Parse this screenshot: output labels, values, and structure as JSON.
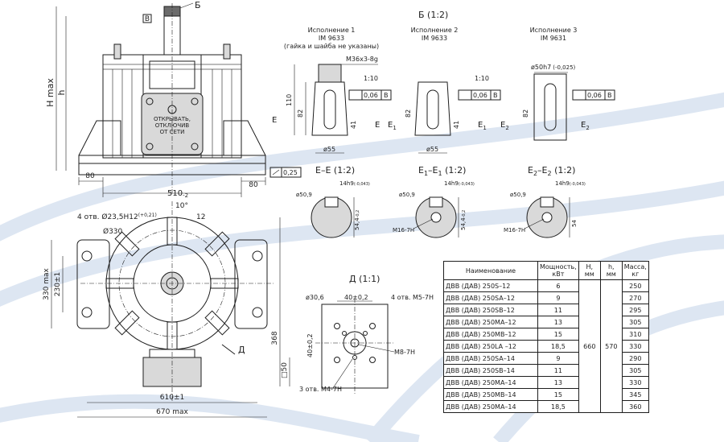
{
  "colors": {
    "line": "#1e1e1e",
    "swirl": "#dde6f2",
    "fill": "#d9d9d9"
  },
  "top": {
    "b_view_title": "Б (1:2)",
    "v1_title": "Исполнение 1",
    "v1_im": "IM 9633",
    "v1_note": "(гайка и шайба не указаны)",
    "v2_title": "Исполнение 2",
    "v2_im": "IM 9633",
    "v3_title": "Исполнение 3",
    "v3_im": "IM 9631",
    "thread": "M36x3-8g",
    "tol_110": "1:10",
    "tol_110b": "1:10",
    "runout": "0,06",
    "runout_b": "В",
    "d50h7": "ø50h7",
    "d50h7_tol": "(-0,025)",
    "dim_110": "110",
    "dim_82": "82",
    "dim_41": "41",
    "dim_d55": "ø55",
    "E": "Е",
    "E1": "Е",
    "E1_sub": "1",
    "E2": "Е",
    "E2_sub": "2"
  },
  "front": {
    "H_max": "H max",
    "h": "h",
    "b_label": "Б",
    "v_label": "В",
    "dim_80_left": "80",
    "dim_80_right": "80",
    "dim_510": "510",
    "dim_510_tol": "-2",
    "flat": "0,25",
    "plate_text_1": "ОТКРЫВАТЬ,",
    "plate_text_2": "ОТКЛЮЧИВ",
    "plate_text_3": "ОТ СЕТИ"
  },
  "sections": {
    "ee": "Е–Е (1:2)",
    "ee1": "Е",
    "ee1b": "1",
    "ee1t": "–Е",
    "ee1c": "1",
    "ee1s": " (1:2)",
    "ee2": "Е",
    "ee2b": "2",
    "ee2t": "–Е",
    "ee2c": "2",
    "ee2s": " (1:2)",
    "d509": "ø50,9",
    "key": "14h9",
    "key_tol": "(-0,043)",
    "dim_544": "54,4",
    "dim_544_tol": "-0,2",
    "dim_54": "54",
    "m16": "M16-7H"
  },
  "plan": {
    "holes": "4 отв. Ø23,5H12",
    "holes_tol": "(+0,21)",
    "d330": "Ø330",
    "angle": "10°",
    "n12": "12",
    "dim_330max": "330 max",
    "dim_230": "230±1",
    "dim_368": "368",
    "sq50": "□50",
    "dim_610": "610±1",
    "dim_670": "670 max",
    "D": "Д"
  },
  "detail_d": {
    "title": "Д (1:1)",
    "d306": "ø30,6",
    "w40": "40±0,2",
    "h40": "40±0,2",
    "m5": "4 отв. M5-7H",
    "m8": "M8-7H",
    "m4": "3 отв. M4-7H"
  },
  "table": {
    "headers": [
      "Наименование",
      "Мощность, кВт",
      "H, мм",
      "h, мм",
      "Масса, кг"
    ],
    "H_value": "660",
    "h_value": "570",
    "rows": [
      {
        "name": "ДВВ (ДАВ) 250S–12",
        "power": "6",
        "mass": "250"
      },
      {
        "name": "ДВВ (ДАВ) 250SA–12",
        "power": "9",
        "mass": "270"
      },
      {
        "name": "ДВВ (ДАВ) 250SB–12",
        "power": "11",
        "mass": "295"
      },
      {
        "name": "ДВВ (ДАВ) 250MA–12",
        "power": "13",
        "mass": "305"
      },
      {
        "name": "ДВВ (ДАВ) 250MB–12",
        "power": "15",
        "mass": "310"
      },
      {
        "name": "ДВВ (ДАВ) 250LA –12",
        "power": "18,5",
        "mass": "330"
      },
      {
        "name": "ДВВ (ДАВ) 250SA–14",
        "power": "9",
        "mass": "290"
      },
      {
        "name": "ДВВ (ДАВ) 250SB–14",
        "power": "11",
        "mass": "305"
      },
      {
        "name": "ДВВ (ДАВ) 250MA–14",
        "power": "13",
        "mass": "330"
      },
      {
        "name": "ДВВ (ДАВ) 250MB–14",
        "power": "15",
        "mass": "345"
      },
      {
        "name": "ДВВ (ДАВ) 250MA–14",
        "power": "18,5",
        "mass": "360"
      }
    ]
  }
}
